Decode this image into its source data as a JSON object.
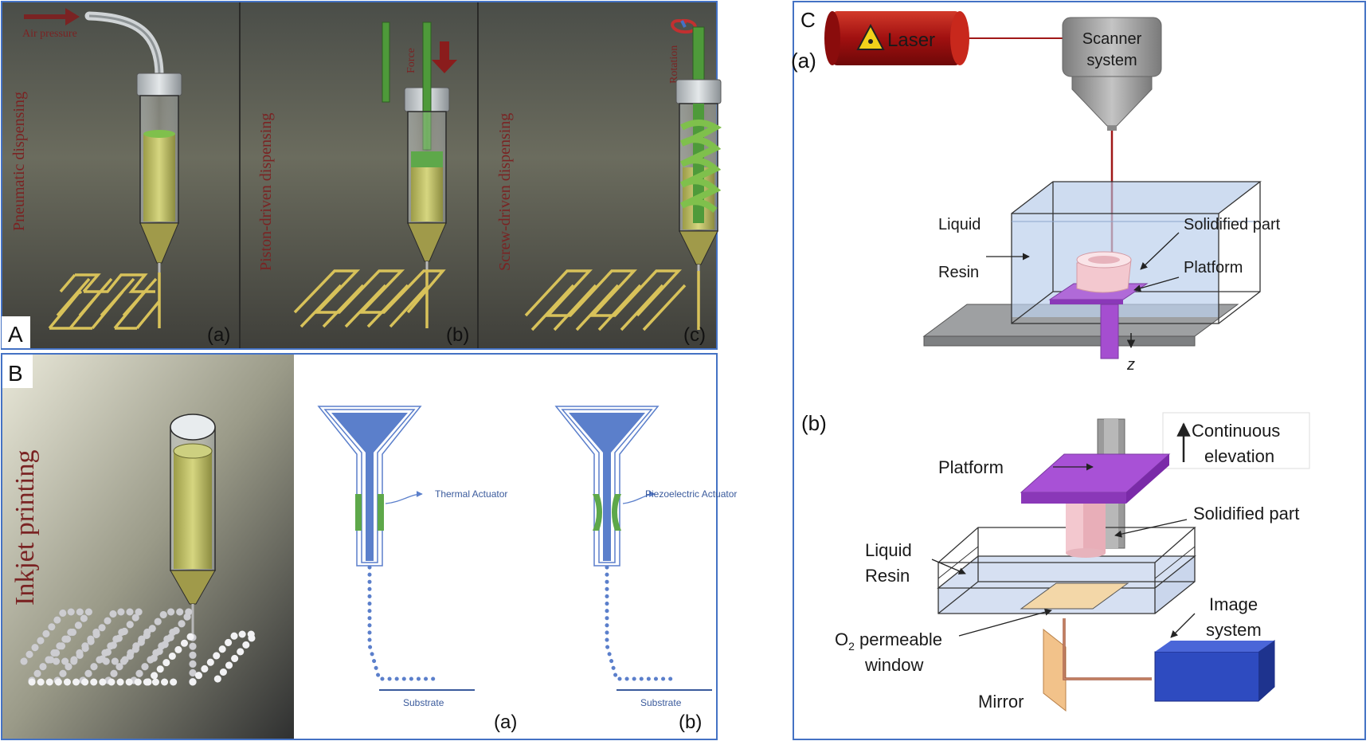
{
  "panel_a": {
    "letter": "A",
    "air_label": "Air pressure",
    "sub_a": {
      "letter": "(a)",
      "title": "Pneumatic dispensing"
    },
    "sub_b": {
      "letter": "(b)",
      "title": "Piston-driven dispensing",
      "force_label": "Force"
    },
    "sub_c": {
      "letter": "(c)",
      "title": "Screw-driven dispensing",
      "rotation_label": "Rotation"
    }
  },
  "panel_b": {
    "letter": "B",
    "title": "Inkjet printing",
    "thermal": {
      "letter": "(a)",
      "actuator_label": "Thermal Actuator",
      "substrate_label": "Substrate"
    },
    "piezo": {
      "letter": "(b)",
      "actuator_label": "Piezoelectric Actuator",
      "substrate_label": "Substrate"
    }
  },
  "panel_c": {
    "letter": "C",
    "sla": {
      "letter": "(a)",
      "laser": "Laser",
      "scanner_line1": "Scanner",
      "scanner_line2": "system",
      "liquid_line1": "Liquid",
      "liquid_line2": "Resin",
      "solidified": "Solidified part",
      "platform": "Platform",
      "z_label": "z"
    },
    "clip": {
      "letter": "(b)",
      "elevation_line1": "Continuous",
      "elevation_line2": "elevation",
      "platform": "Platform",
      "solidified": "Solidified part",
      "liquid_line1": "Liquid",
      "liquid_line2": "Resin",
      "image_line1": "Image",
      "image_line2": "system",
      "o2_prefix": "O",
      "o2_sub": "2",
      "o2_rest": " permeable",
      "window": "window",
      "mirror": "Mirror"
    }
  },
  "colors": {
    "frame_blue": "#4472c4",
    "resin_yellow": "#c8c864",
    "print_green": "#5ea84a",
    "trace_gold": "#d8c25a",
    "laser_red": "#b01818",
    "label_maroon": "#7a2323",
    "nozzle_blue": "#5b7fcb",
    "platform_purple": "#9a45c8"
  }
}
